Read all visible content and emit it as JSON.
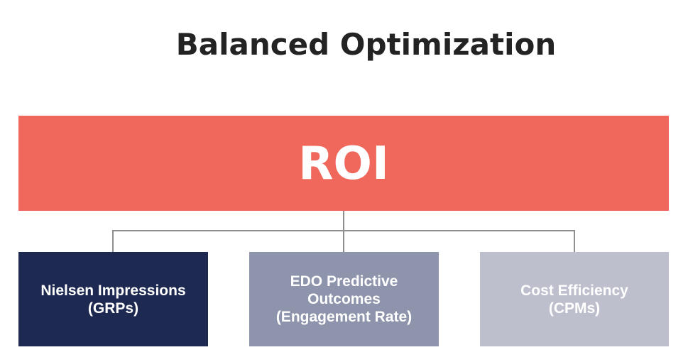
{
  "title": "Balanced Optimization",
  "root": {
    "label": "ROI",
    "color": "#f0675b"
  },
  "children": [
    {
      "lines": [
        "Nielsen Impressions",
        "(GRPs)"
      ],
      "color": "#1e2952"
    },
    {
      "lines": [
        "EDO Predictive",
        "Outcomes",
        "(Engagement Rate)"
      ],
      "color": "#8e94ab"
    },
    {
      "lines": [
        "Cost Efficiency",
        "(CPMs)"
      ],
      "color": "#bdbfcd"
    }
  ]
}
